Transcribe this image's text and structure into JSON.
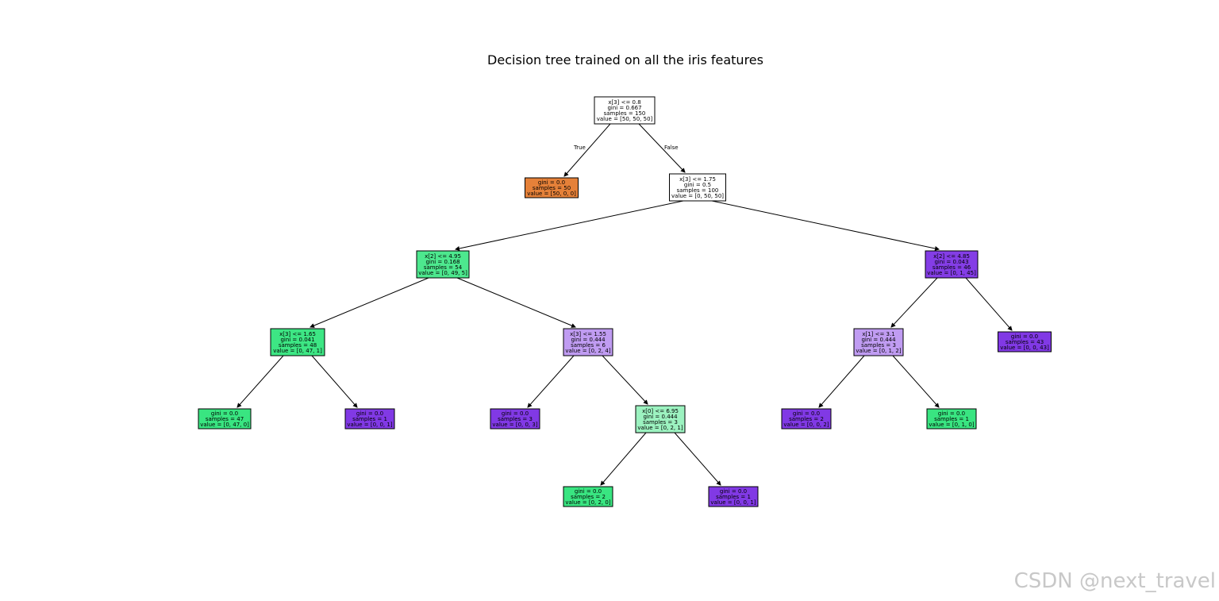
{
  "title": "Decision tree trained on all the iris features",
  "watermark": "CSDN @next_travel",
  "colors": {
    "setosa": "#e58139",
    "versicolor": "#39e581",
    "virginica": "#8139e5",
    "virginica_light": "#c09cf2",
    "versicolor_light": "#9cf2c0",
    "neutral": "#ffffff"
  },
  "branch_labels": {
    "true_label": "True",
    "false_label": "False"
  },
  "nodes": [
    {
      "id": 0,
      "lines": [
        "x[3] <= 0.8",
        "gini = 0.667",
        "samples = 150",
        "value = [50, 50, 50]"
      ],
      "fill": "#ffffff"
    },
    {
      "id": 1,
      "lines": [
        "gini = 0.0",
        "samples = 50",
        "value = [50, 0, 0]"
      ],
      "fill": "#e58139"
    },
    {
      "id": 2,
      "lines": [
        "x[3] <= 1.75",
        "gini = 0.5",
        "samples = 100",
        "value = [0, 50, 50]"
      ],
      "fill": "#ffffff"
    },
    {
      "id": 3,
      "lines": [
        "x[2] <= 4.95",
        "gini = 0.168",
        "samples = 54",
        "value = [0, 49, 5]"
      ],
      "fill": "#4de88e"
    },
    {
      "id": 4,
      "lines": [
        "x[2] <= 4.85",
        "gini = 0.043",
        "samples = 46",
        "value = [0, 1, 45]"
      ],
      "fill": "#843de6"
    },
    {
      "id": 5,
      "lines": [
        "x[3] <= 1.65",
        "gini = 0.041",
        "samples = 48",
        "value = [0, 47, 1]"
      ],
      "fill": "#3de684"
    },
    {
      "id": 6,
      "lines": [
        "x[3] <= 1.55",
        "gini = 0.444",
        "samples = 6",
        "value = [0, 2, 4]"
      ],
      "fill": "#c09cf2"
    },
    {
      "id": 7,
      "lines": [
        "x[1] <= 3.1",
        "gini = 0.444",
        "samples = 3",
        "value = [0, 1, 2]"
      ],
      "fill": "#c09cf2"
    },
    {
      "id": 8,
      "lines": [
        "gini = 0.0",
        "samples = 43",
        "value = [0, 0, 43]"
      ],
      "fill": "#8139e5"
    },
    {
      "id": 9,
      "lines": [
        "gini = 0.0",
        "samples = 47",
        "value = [0, 47, 0]"
      ],
      "fill": "#39e581"
    },
    {
      "id": 10,
      "lines": [
        "gini = 0.0",
        "samples = 1",
        "value = [0, 0, 1]"
      ],
      "fill": "#8139e5"
    },
    {
      "id": 11,
      "lines": [
        "gini = 0.0",
        "samples = 3",
        "value = [0, 0, 3]"
      ],
      "fill": "#8139e5"
    },
    {
      "id": 12,
      "lines": [
        "x[0] <= 6.95",
        "gini = 0.444",
        "samples = 3",
        "value = [0, 2, 1]"
      ],
      "fill": "#9cf2c0"
    },
    {
      "id": 13,
      "lines": [
        "gini = 0.0",
        "samples = 2",
        "value = [0, 0, 2]"
      ],
      "fill": "#8139e5"
    },
    {
      "id": 14,
      "lines": [
        "gini = 0.0",
        "samples = 1",
        "value = [0, 1, 0]"
      ],
      "fill": "#39e581"
    },
    {
      "id": 15,
      "lines": [
        "gini = 0.0",
        "samples = 2",
        "value = [0, 2, 0]"
      ],
      "fill": "#39e581"
    },
    {
      "id": 16,
      "lines": [
        "gini = 0.0",
        "samples = 1",
        "value = [0, 0, 1]"
      ],
      "fill": "#8139e5"
    }
  ],
  "edges": [
    {
      "from": 0,
      "to": 1
    },
    {
      "from": 0,
      "to": 2
    },
    {
      "from": 2,
      "to": 3
    },
    {
      "from": 2,
      "to": 4
    },
    {
      "from": 3,
      "to": 5
    },
    {
      "from": 3,
      "to": 6
    },
    {
      "from": 4,
      "to": 7
    },
    {
      "from": 4,
      "to": 8
    },
    {
      "from": 5,
      "to": 9
    },
    {
      "from": 5,
      "to": 10
    },
    {
      "from": 6,
      "to": 11
    },
    {
      "from": 6,
      "to": 12
    },
    {
      "from": 7,
      "to": 13
    },
    {
      "from": 7,
      "to": 14
    },
    {
      "from": 12,
      "to": 15
    },
    {
      "from": 12,
      "to": 16
    }
  ]
}
